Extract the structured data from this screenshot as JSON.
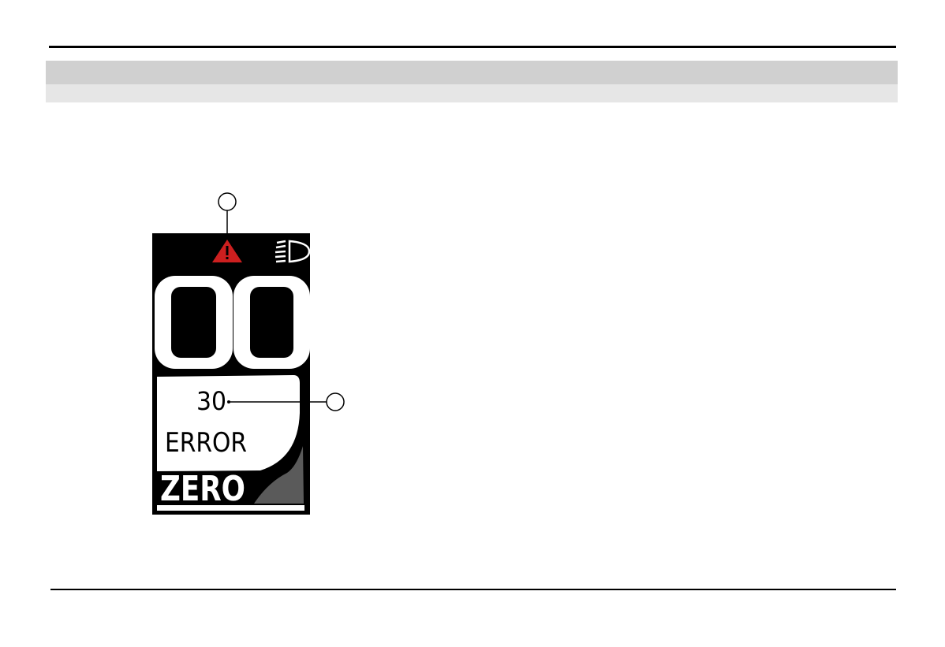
{
  "display": {
    "error_code": "30",
    "error_label": "ERROR",
    "brand": "ZERO",
    "speed_digits": "00"
  },
  "icons": {
    "warning": "warning-triangle-icon",
    "headlight": "headlight-icon"
  },
  "colors": {
    "warning": "#cc1f1f",
    "display_background": "#000000",
    "panel": "#ffffff"
  }
}
